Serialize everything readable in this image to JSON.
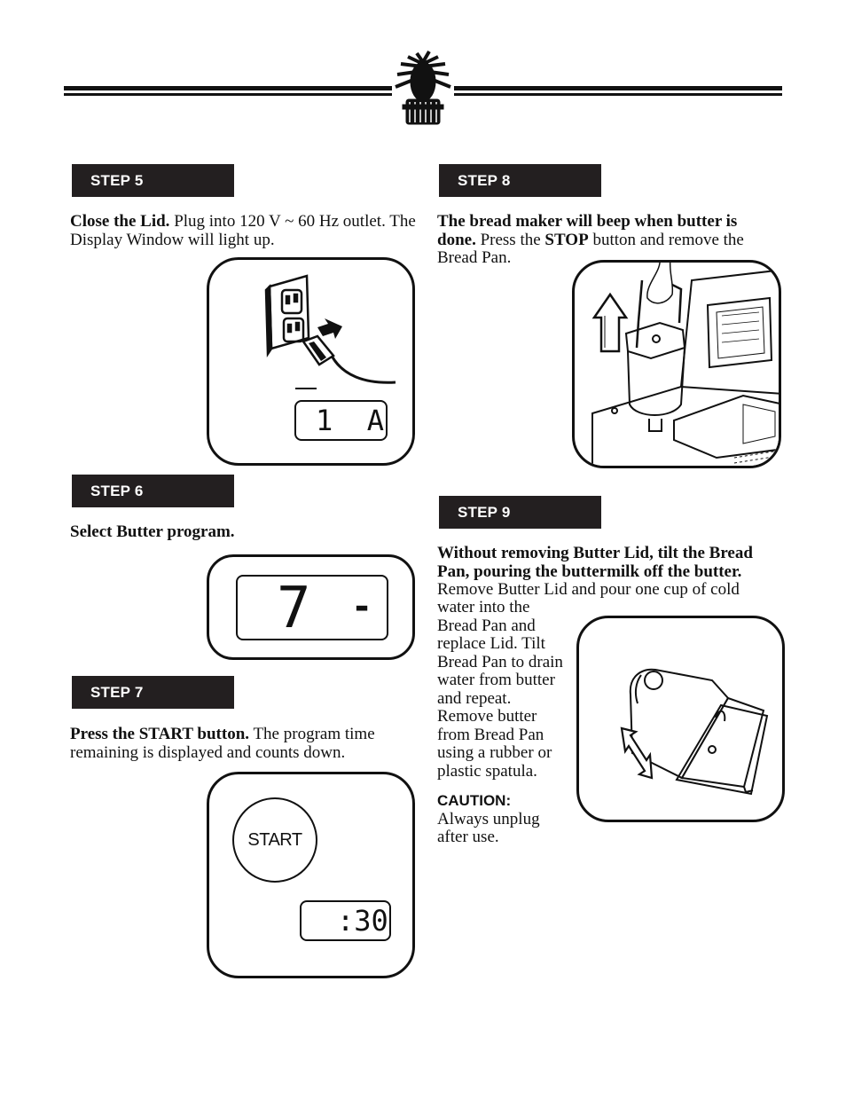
{
  "steps": {
    "step5": {
      "label": "STEP 5",
      "lead": "Close the Lid.",
      "text": " Plug into 120 V ~ 60 Hz outlet. The Display Window will light up.",
      "display": "1  A"
    },
    "step6": {
      "label": "STEP 6",
      "lead": "Select Butter program.",
      "display_digit": "7",
      "display_dash": "-"
    },
    "step7": {
      "label": "STEP 7",
      "lead": "Press the START button.",
      "text": " The program time remaining is displayed and counts down.",
      "button": "START",
      "display": ":30"
    },
    "step8": {
      "label": "STEP 8",
      "lead": "The bread maker will beep when butter is done.",
      "text1": " Press the ",
      "stop": "STOP",
      "text2": " button and remove the Bread Pan."
    },
    "step9": {
      "label": "STEP 9",
      "lead": "Without removing Butter Lid, tilt the Bread Pan, pouring the buttermilk off the butter.",
      "line1": "Remove Butter Lid and pour one cup of cold",
      "rest": "water into the Bread Pan and replace Lid. Tilt Bread Pan to drain water from butter and repeat. Remove butter from Bread Pan using a rubber or plastic spatula.",
      "caution_label": "CAUTION:",
      "caution_text": "Always unplug after use."
    }
  }
}
